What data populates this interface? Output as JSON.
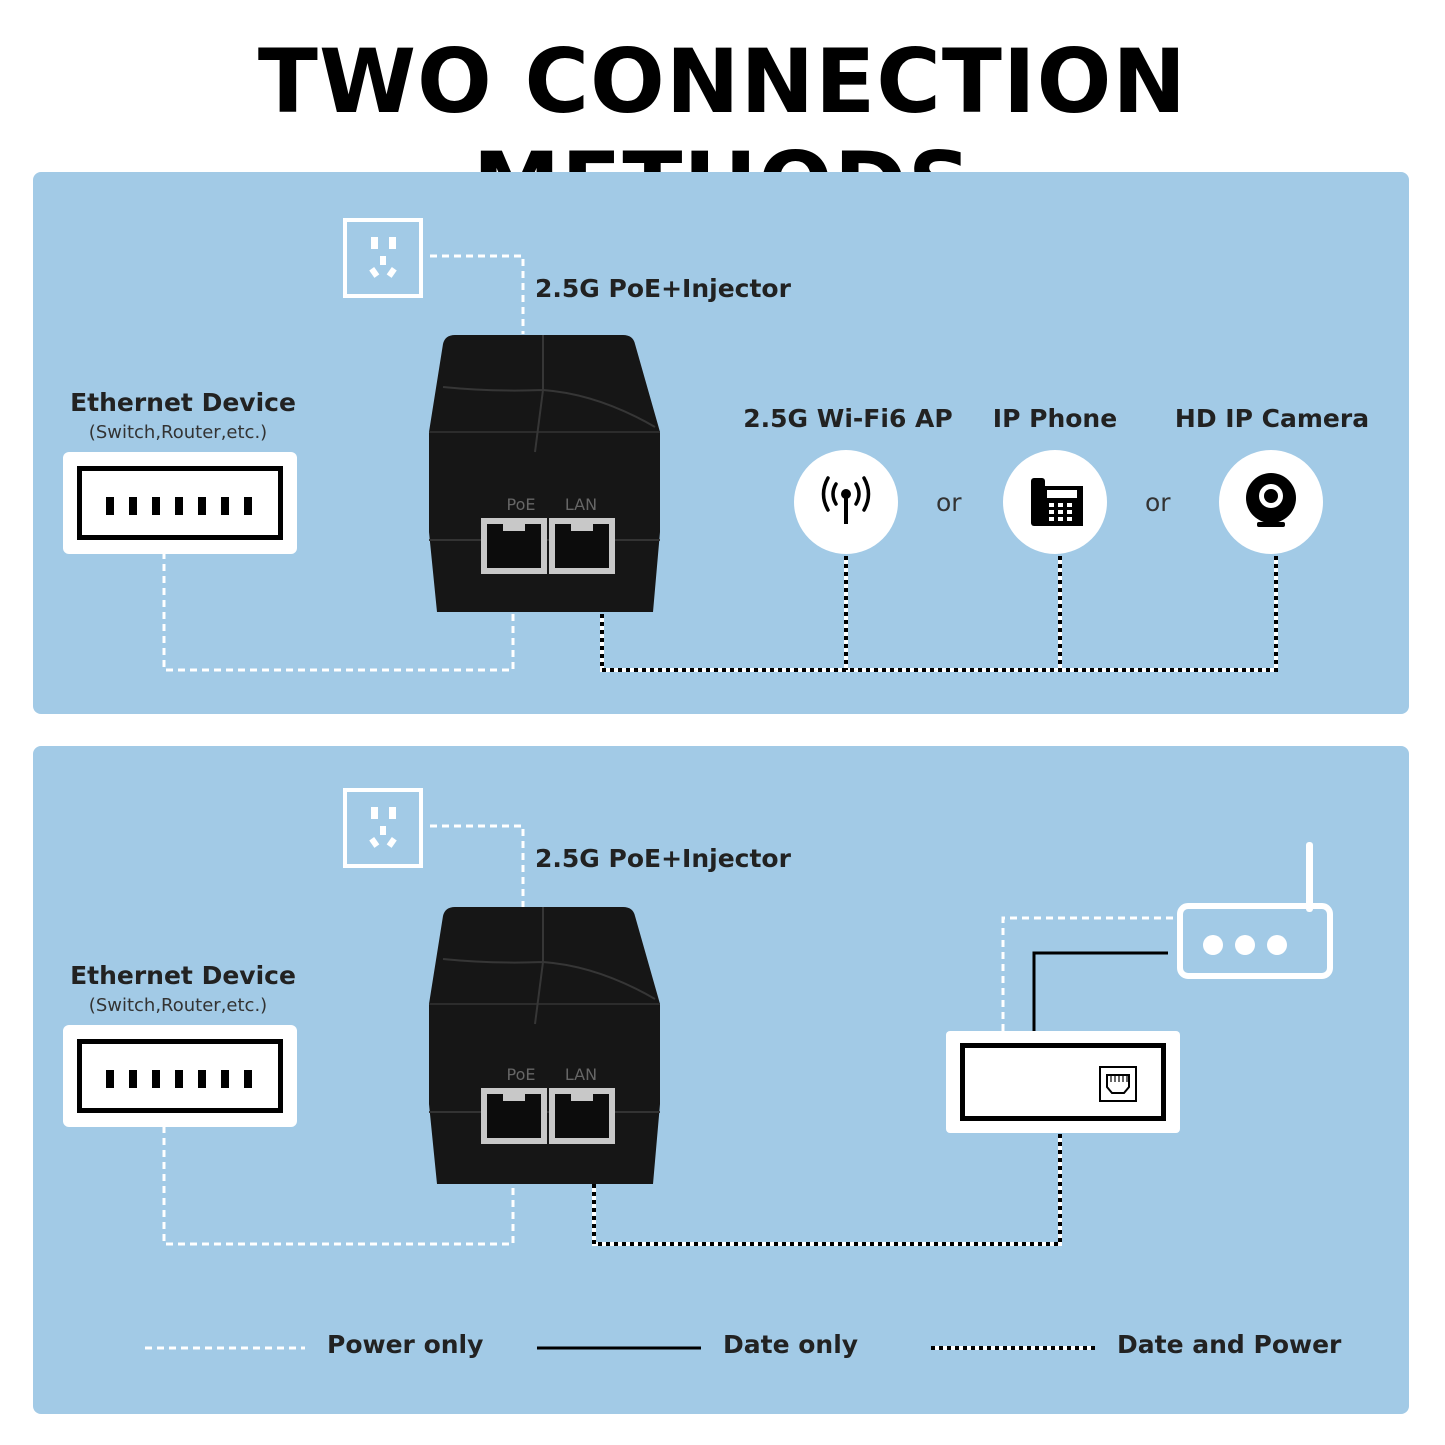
{
  "title": "TWO CONNECTION METHODS",
  "method1": {
    "injector_label": "2.5G PoE+Injector",
    "ethernet_label": "Ethernet Device",
    "ethernet_sublabel": "(Switch,Router,etc.)",
    "port_poe": "PoE",
    "port_lan": "LAN",
    "devices": [
      {
        "label": "2.5G Wi-Fi6 AP",
        "icon": "wifi-ap-icon"
      },
      {
        "label": "IP Phone",
        "icon": "phone-icon"
      },
      {
        "label": "HD IP Camera",
        "icon": "camera-icon"
      }
    ],
    "or1": "or",
    "or2": "or"
  },
  "method2": {
    "injector_label": "2.5G PoE+Injector",
    "ethernet_label": "Ethernet Device",
    "ethernet_sublabel": "(Switch,Router,etc.)",
    "port_poe": "PoE",
    "port_lan": "LAN"
  },
  "legend": {
    "power_only": "Power only",
    "data_only": "Date only",
    "data_and_power": "Date and Power"
  },
  "colors": {
    "panel": "#a2cae6",
    "injector": "#161616",
    "line_power": "#ffffff",
    "line_data": "#000000"
  }
}
